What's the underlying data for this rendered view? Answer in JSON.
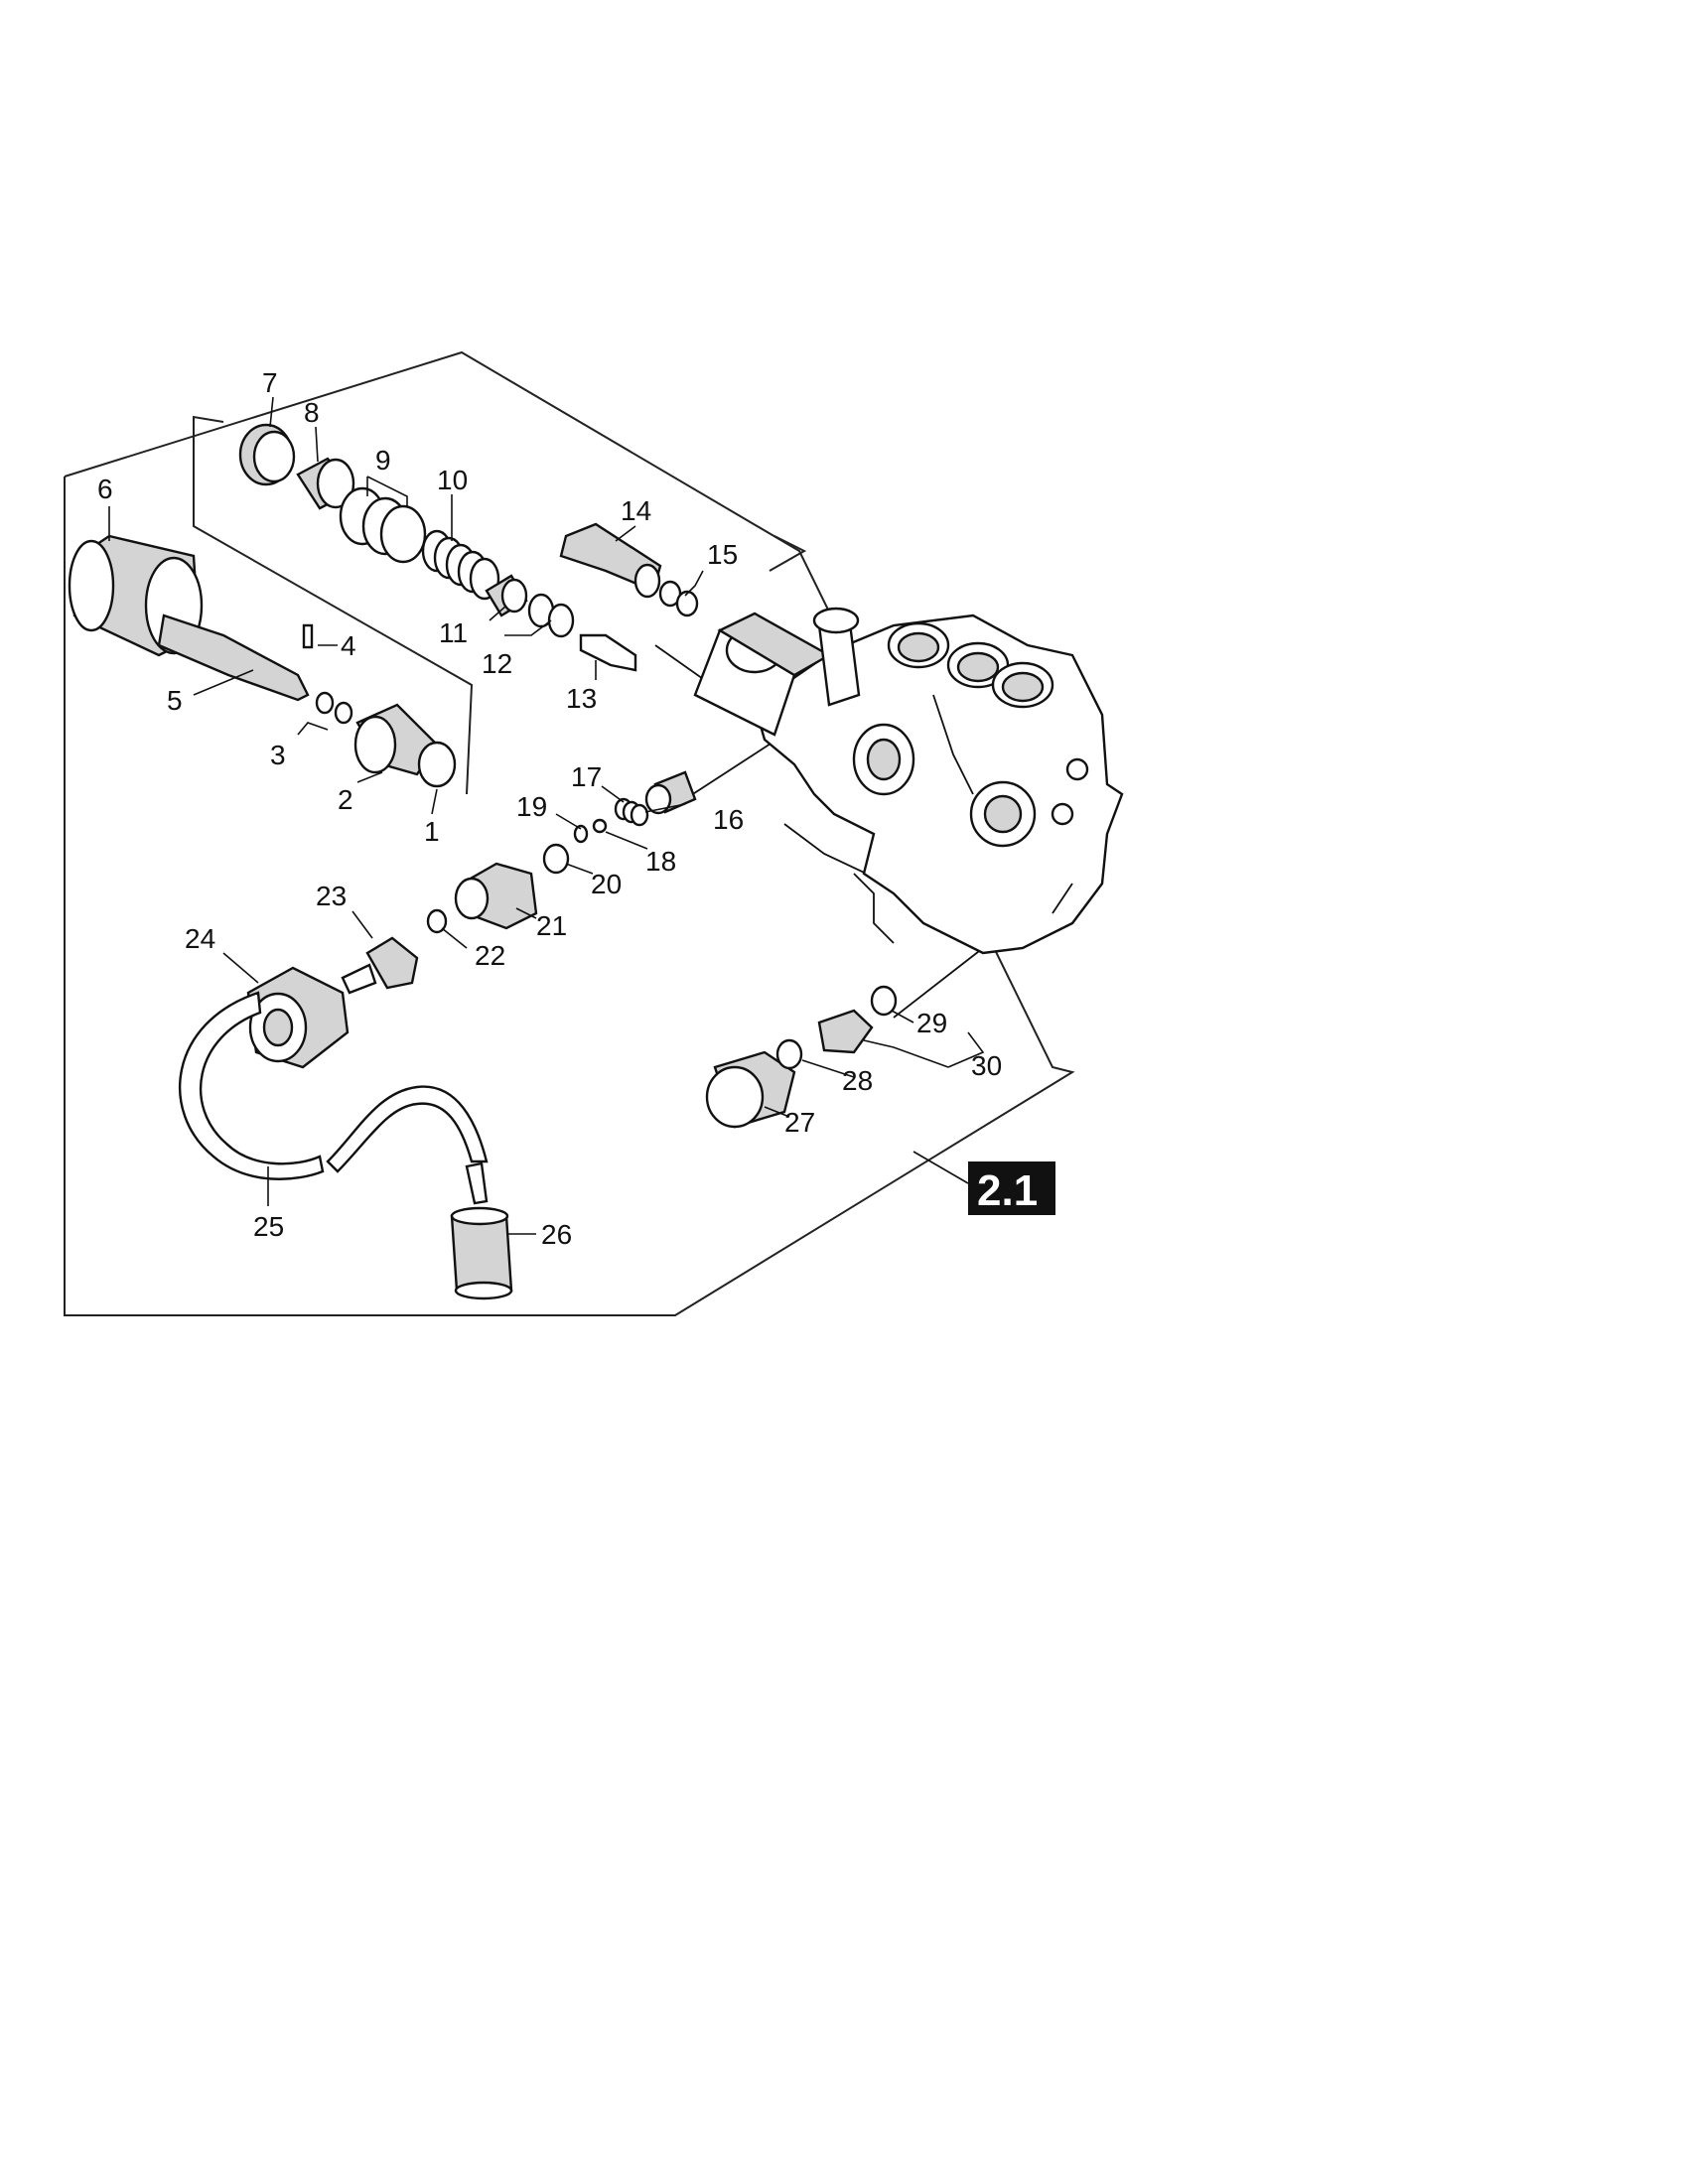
{
  "figure": {
    "badge": "2.1",
    "callouts": [
      "1",
      "2",
      "3",
      "4",
      "5",
      "6",
      "7",
      "8",
      "9",
      "10",
      "11",
      "12",
      "13",
      "14",
      "15",
      "16",
      "17",
      "18",
      "19",
      "20",
      "21",
      "22",
      "23",
      "24",
      "25",
      "26",
      "27",
      "28",
      "29",
      "30"
    ]
  }
}
